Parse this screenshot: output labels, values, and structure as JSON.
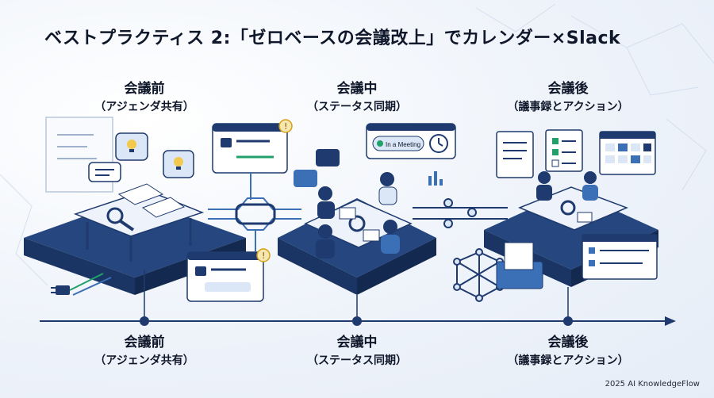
{
  "title": "ベストプラクティス 2:「ゼロベースの会議改上」でカレンダー×Slack",
  "phases_top": [
    {
      "name": "会議前",
      "detail": "（アジェンダ共有）"
    },
    {
      "name": "会議中",
      "detail": "（ステータス同期）"
    },
    {
      "name": "会議後",
      "detail": "（議事録とアクション）"
    }
  ],
  "phases_bottom": [
    {
      "name": "会議前",
      "detail": "（アジェンダ共有）"
    },
    {
      "name": "会議中",
      "detail": "（ステータス同期）"
    },
    {
      "name": "会議後",
      "detail": "（議事録とアクション）"
    }
  ],
  "status_badge": "In a Meeting",
  "credit": "2025 AI KnowledgeFlow",
  "colors": {
    "navy": "#1e3a6e",
    "blue": "#3b6fb6",
    "light": "#dbe7f6",
    "accent": "#22a06b",
    "alert": "#d4a017"
  }
}
